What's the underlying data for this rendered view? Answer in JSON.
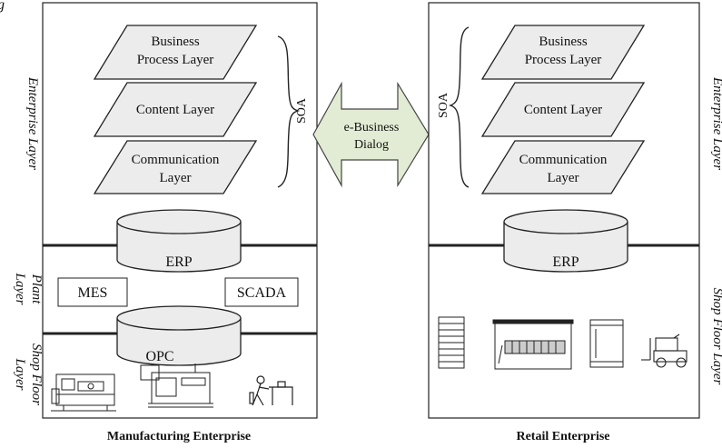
{
  "left": {
    "title": "Manufacturing Enterprise",
    "side_labels": {
      "enterprise": "Enterprise Layer",
      "plant_1": "Plant",
      "plant_2": "Layer",
      "shop_1": "Shop Floor",
      "shop_2": "Layer"
    },
    "layers": {
      "business_1": "Business",
      "business_2": "Process Layer",
      "content": "Content Layer",
      "communication_1": "Communication",
      "communication_2": "Layer"
    },
    "soa": "SOA",
    "erp": "ERP",
    "mes": "MES",
    "scada": "SCADA",
    "opc": "OPC"
  },
  "right": {
    "title": "Retail  Enterprise",
    "side_labels": {
      "enterprise": "Enterprise Layer",
      "shop": "Shop Floor Layer"
    },
    "layers": {
      "business_1": "Business",
      "business_2": "Process Layer",
      "content": "Content Layer",
      "communication_1": "Communication",
      "communication_2": "Layer"
    },
    "soa": "SOA",
    "erp": "ERP"
  },
  "dialog": {
    "line_1": "e-Business",
    "line_2": "Dialog"
  },
  "icons": [
    "cnc-machine-icon",
    "milling-machine-icon",
    "worker-at-bench-icon",
    "storage-rack-icon",
    "warehouse-icon",
    "container-icon",
    "forklift-icon"
  ],
  "colors": {
    "shape_fill": "#ececec",
    "stroke": "#222222"
  }
}
